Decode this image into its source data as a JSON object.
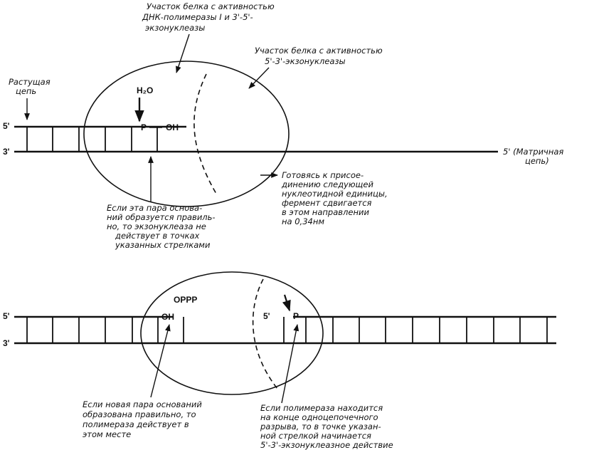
{
  "labels": {
    "top_region_1": [
      "Участок белка с активностью",
      "ДНК-полимеразы I и 3'-5'-",
      "экзонуклеазы"
    ],
    "top_region_2": [
      "Участок белка с активностью",
      "5'-3'-экзонуклеазы"
    ],
    "growing_chain": [
      "Растущая",
      "цепь"
    ],
    "template_chain": [
      "5' (Матричная",
      "цепь)"
    ],
    "five_prime": "5'",
    "three_prime": "3'",
    "water": "H₂O",
    "phosphate": "P",
    "hydroxyl": "OH",
    "advance_note": [
      "Готовясь к присое-",
      "динению следующей",
      "нуклеотидной единицы,",
      "фермент сдвигается",
      "в этом направлении",
      "на 0,34нм"
    ],
    "correct_pair_note": [
      "Если эта пара основа-",
      "ний образуется правиль-",
      "но, то экзонуклеаза не",
      "действует в точках",
      "указанных стрелками"
    ],
    "triphosphate": "OPPP",
    "bottom_hydroxyl": "OH",
    "bottom_five_prime": "5'",
    "bottom_phosphate": "P",
    "polymerase_note": [
      "Если новая пара оснований",
      "образована правильно, то",
      "полимераза действует в",
      "этом месте"
    ],
    "exonuclease_note": [
      "Если полимераза находится",
      "на конце одноцепочечного",
      "разрыва, то в точке указан-",
      "ной стрелкой начинается",
      "5'-3'-экзонуклеазное действие"
    ]
  }
}
